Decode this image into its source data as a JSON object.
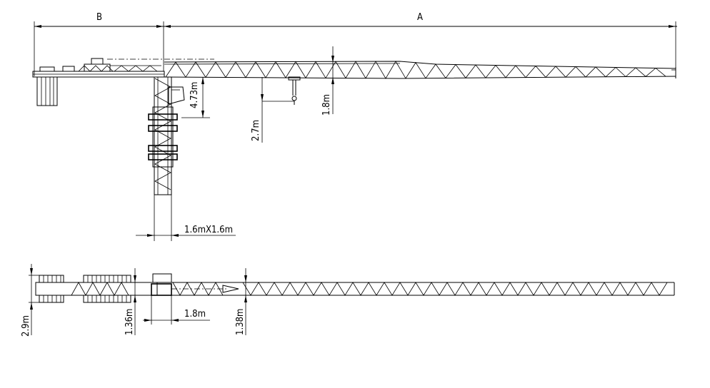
{
  "labels": {
    "dim_b": "B",
    "dim_a": "A",
    "hook_height": "4.73m",
    "trolley_height": "2.7m",
    "jib_height": "1.8m",
    "mast_section": "1.6mX1.6m",
    "plan_width": "2.9m",
    "counter_jib_width": "1.36m",
    "mast_width_plan": "1.8m",
    "jib_width": "1.38m"
  },
  "colors": {
    "line": "#000000",
    "background": "#ffffff"
  }
}
